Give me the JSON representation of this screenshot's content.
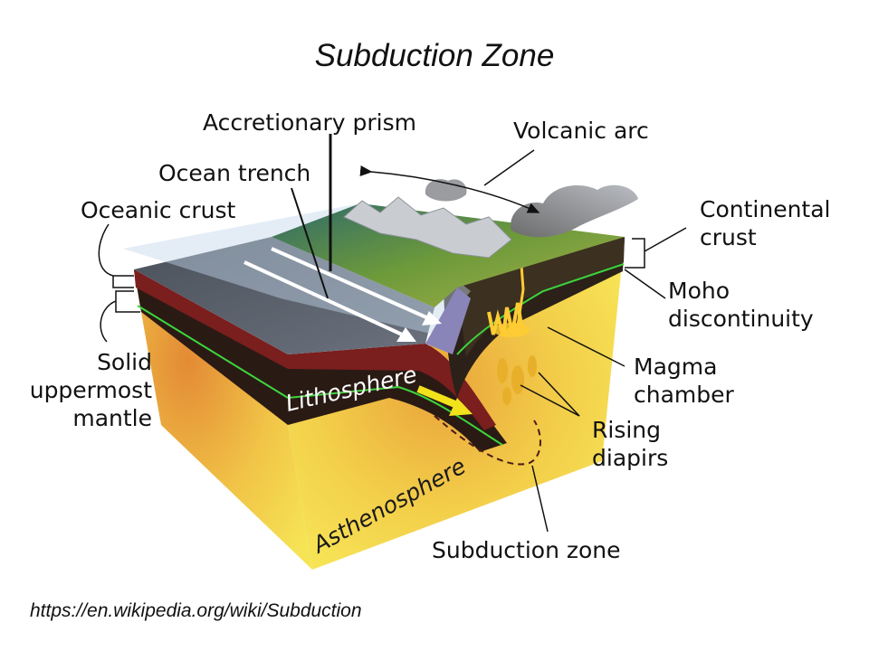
{
  "title": "Subduction Zone",
  "labels": {
    "accretionary_prism": "Accretionary prism",
    "volcanic_arc": "Volcanic arc",
    "ocean_trench": "Ocean trench",
    "oceanic_crust": "Oceanic crust",
    "continental_crust_line1": "Continental",
    "continental_crust_line2": "crust",
    "moho_line1": "Moho",
    "moho_line2": "discontinuity",
    "solid_mantle_line1": "Solid",
    "solid_mantle_line2": "uppermost",
    "solid_mantle_line3": "mantle",
    "magma_chamber_line1": "Magma",
    "magma_chamber_line2": "chamber",
    "rising_diapirs_line1": "Rising",
    "rising_diapirs_line2": "diapirs",
    "subduction_zone": "Subduction zone",
    "lithosphere": "Lithosphere",
    "asthenosphere": "Asthenosphere"
  },
  "source_url": "https://en.wikipedia.org/wiki/Subduction",
  "colors": {
    "ocean_surface": "#5d6470",
    "continent_surface": "#5f8a3a",
    "mountains": "#c9cdd2",
    "lithosphere": "#2a1a14",
    "crust_red": "#7a1e1e",
    "asthenosphere_light": "#f5e04a",
    "asthenosphere_dark": "#e48a1e",
    "moho_line": "#3dd43d",
    "magma": "#ffcc33",
    "plate_arrow": "#f2e21c"
  }
}
